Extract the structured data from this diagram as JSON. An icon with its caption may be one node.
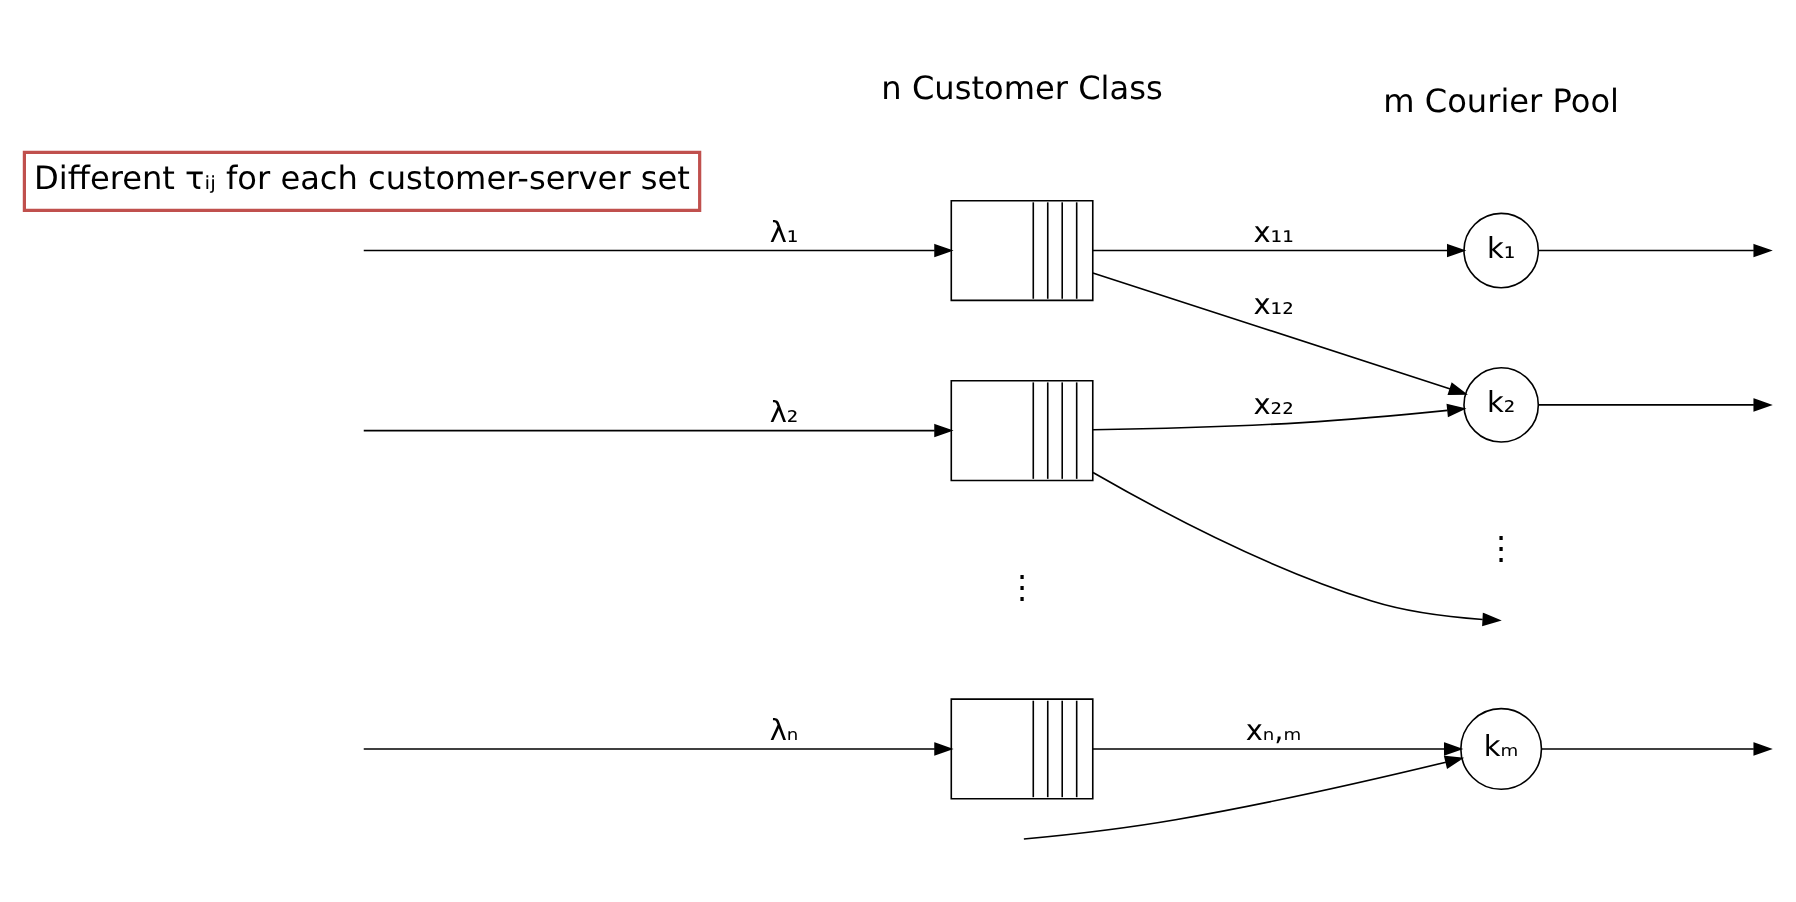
{
  "diagram": {
    "nodes": [
      {
        "text": [],
        "shape": "box"
      },
      {
        "text": [
          "k₁"
        ]
      },
      {
        "text": [],
        "shape": "box"
      },
      {
        "text": [
          "k₂"
        ]
      },
      {
        "text": [
          "Different τᵢⱼ for each customer-server set"
        ]
      },
      {
        "text": [],
        "shape": "box"
      },
      {
        "text": [
          "kₘ"
        ]
      }
    ],
    "edges": [
      {
        "from": null,
        "to": 0,
        "arrow": "to",
        "label": "λ₁"
      },
      {
        "from": null,
        "to": 2,
        "arrow": "to",
        "label": "λ₂"
      },
      {
        "from": null,
        "to": 5,
        "arrow": "to",
        "label": "λₙ"
      },
      {
        "from": 0,
        "to": 1,
        "arrow": "to",
        "label": "x₁₁"
      },
      {
        "from": 0,
        "to": 3,
        "arrow": "to",
        "label": "x₁₂"
      },
      {
        "from": 2,
        "to": 3,
        "arrow": "to",
        "label": "x₂₂"
      },
      {
        "from": 2,
        "to": null,
        "arrow": "to"
      },
      {
        "from": null,
        "to": 6,
        "arrow": "to"
      },
      {
        "from": 5,
        "to": 6,
        "arrow": "to",
        "label": "xₙ,ₘ"
      },
      {
        "from": 1,
        "to": null,
        "arrow": "to"
      },
      {
        "from": 3,
        "to": null,
        "arrow": "to"
      },
      {
        "from": 6,
        "to": null,
        "arrow": "to"
      }
    ],
    "labels": [
      "n Customer Class",
      "m Courier Pool",
      "⋮",
      "⋮"
    ]
  }
}
